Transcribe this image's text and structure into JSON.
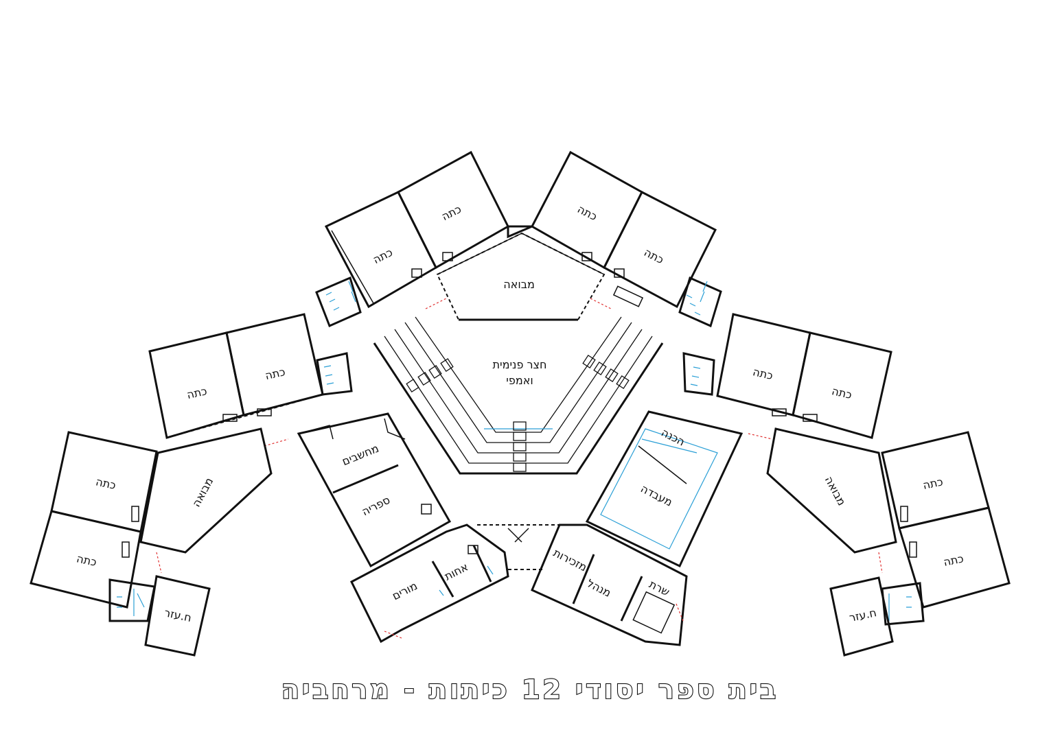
{
  "title": "בית ספר יסודי 12 כיתות - מרחביה",
  "colors": {
    "walls": "#111111",
    "fixtures": "#2a9fd6",
    "doors": "#e03030",
    "background": "#ffffff"
  },
  "rooms": {
    "class": "כתה",
    "entrance": "מבואה",
    "courtyard_line1": "חצר פנימית",
    "courtyard_line2": "ואמפי",
    "computers": "מחשבים",
    "library": "ספריה",
    "teachers": "מורים",
    "nurse": "אחות",
    "secretary": "מזכירות",
    "principal": "מנהל",
    "service": "שרת",
    "preparation": "הכנה",
    "lab": "מעבדה",
    "aux_room": "ח.עזר"
  }
}
